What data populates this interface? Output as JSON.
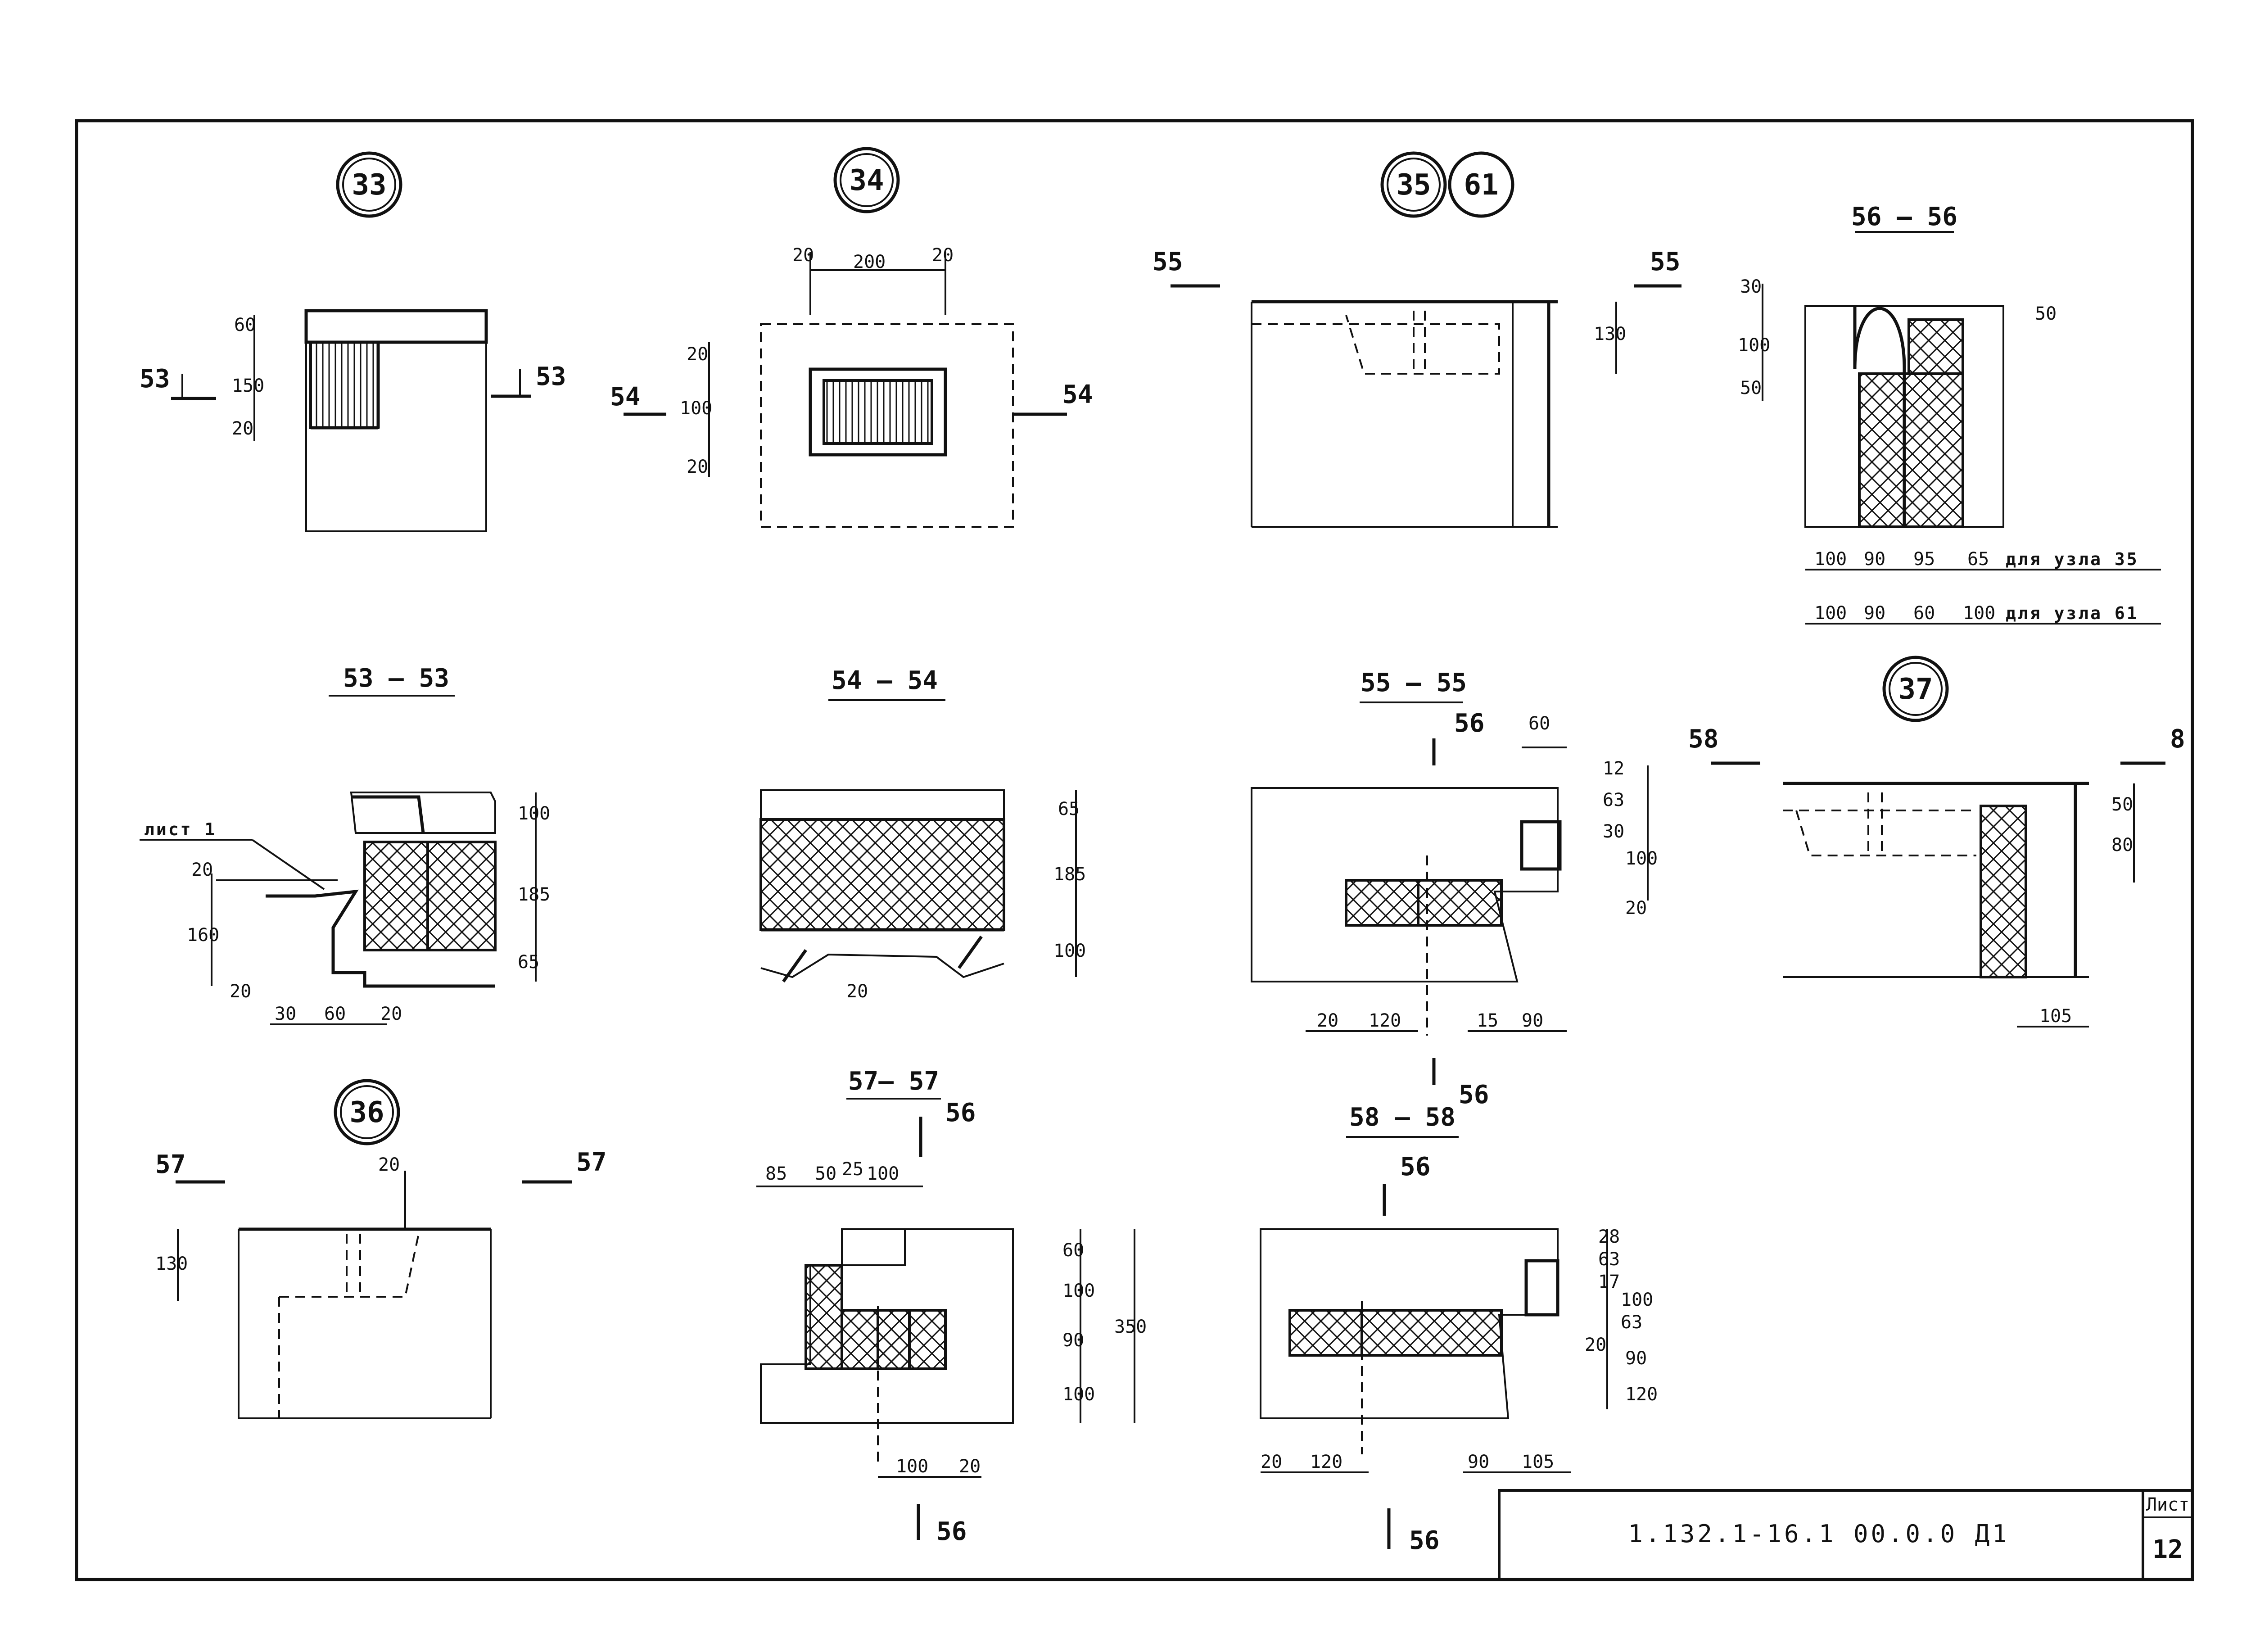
{
  "drawing": {
    "title_block": {
      "code": "1.132.1-16.1 00.0.0 Д1",
      "sheet_label": "Лист",
      "sheet_number": "12"
    },
    "nodes": [
      {
        "id": "n33",
        "label": "33",
        "sections": [
          "53",
          "53"
        ]
      },
      {
        "id": "n34",
        "label": "34",
        "sections": [
          "54",
          "54"
        ]
      },
      {
        "id": "n35",
        "label": "35",
        "alt": "61",
        "sections": [
          "55",
          "55"
        ]
      },
      {
        "id": "n36",
        "label": "36",
        "sections": [
          "57",
          "57"
        ]
      },
      {
        "id": "n37",
        "label": "37",
        "sections": [
          "58",
          "8"
        ]
      }
    ],
    "section_titles": {
      "s56": "56 — 56",
      "s53": "53 — 53",
      "s54": "54 — 54",
      "s55": "55 — 55",
      "s57": "57— 57",
      "s58": "58 — 58"
    },
    "notes": {
      "node35": "для узла 35",
      "node61": "для узла 61",
      "sheet1": "лист 1"
    },
    "dims": {
      "n33": [
        "60",
        "150",
        "20"
      ],
      "n34": [
        "20",
        "200",
        "20",
        "20",
        "100",
        "20"
      ],
      "n35": [
        "130"
      ],
      "s56": [
        "30",
        "100",
        "50",
        "50",
        "100",
        "90",
        "95",
        "65",
        "100",
        "90",
        "60",
        "100"
      ],
      "s53": [
        "100",
        "185",
        "65",
        "20",
        "160",
        "20",
        "30",
        "60",
        "20"
      ],
      "s54": [
        "65",
        "185",
        "100",
        "20"
      ],
      "s55": [
        "60",
        "12",
        "63",
        "30",
        "100",
        "20",
        "20",
        "120",
        "15",
        "90"
      ],
      "n37": [
        "50",
        "80",
        "105"
      ],
      "n36": [
        "20",
        "130"
      ],
      "s57": [
        "85",
        "50",
        "25",
        "100",
        "60",
        "100",
        "90",
        "100",
        "350",
        "100",
        "20"
      ],
      "s58": [
        "28",
        "63",
        "17",
        "100",
        "63",
        "20",
        "90",
        "120",
        "20",
        "120",
        "90",
        "105"
      ]
    },
    "cut_marks": {
      "a": "53",
      "b": "53",
      "c": "54",
      "d": "54",
      "e": "55",
      "f": "55",
      "g": "56",
      "h": "56",
      "i": "56",
      "j": "56",
      "k": "56",
      "l": "57",
      "m": "57",
      "n": "58",
      "o": "8"
    }
  }
}
